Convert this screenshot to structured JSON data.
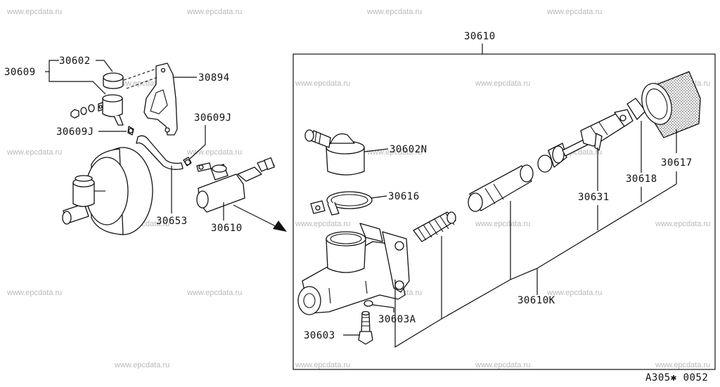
{
  "diagram": {
    "watermark": "www.epcdata.ru",
    "code": "A305✱ 0052",
    "labels": {
      "p30609": "30609",
      "p30602": "30602",
      "p30894": "30894",
      "p30609J_right": "30609J",
      "p30609J_left": "30609J",
      "p30653": "30653",
      "p30610_small": "30610",
      "p30610_top": "30610",
      "p30602N": "30602N",
      "p30616": "30616",
      "p30617": "30617",
      "p30618": "30618",
      "p30631": "30631",
      "p30610K": "30610K",
      "p30603A": "30603A",
      "p30603": "30603"
    }
  }
}
